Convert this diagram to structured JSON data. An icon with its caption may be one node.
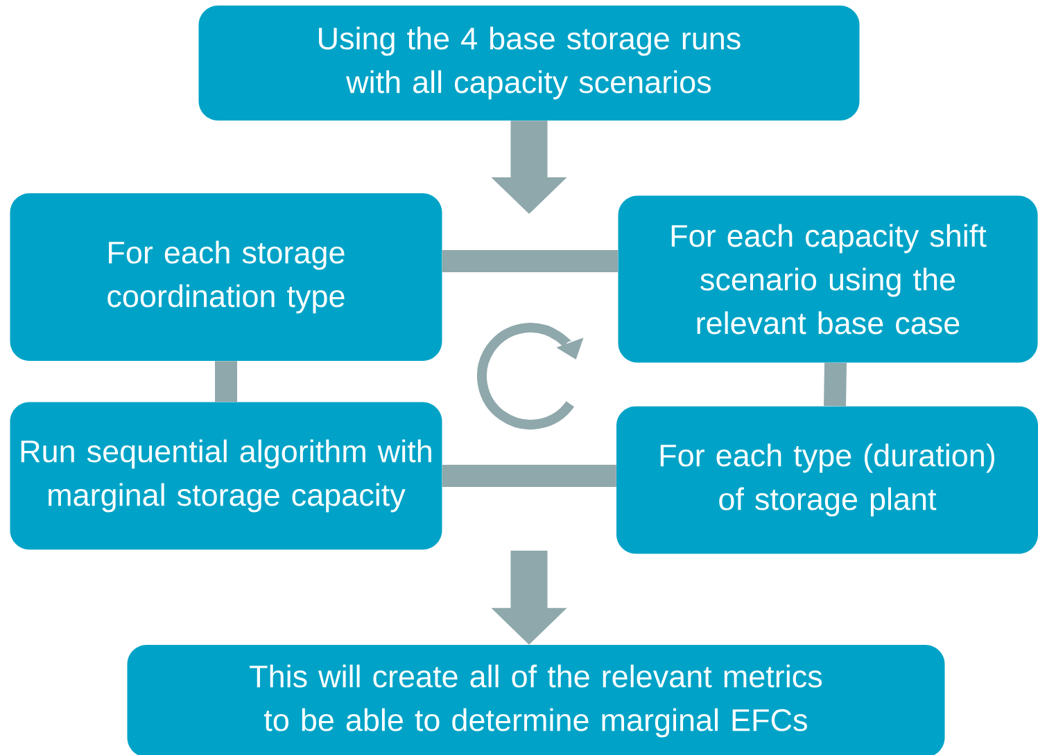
{
  "diagram": {
    "nodes": [
      {
        "text": [
          "Using the 4 base storage runs with all capacity scenarios"
        ]
      },
      {
        "text": [
          "For each storage coordination type"
        ]
      },
      {
        "text": [
          "For each capacity shift scenario using the relevant base case"
        ]
      },
      {
        "text": [
          "Run sequential algorithm with marginal storage capacity"
        ]
      },
      {
        "text": [
          "For each type (duration) of storage plant"
        ]
      },
      {
        "text": [
          "This will create all of the relevant metrics to be able to determine marginal EFCs"
        ]
      }
    ],
    "edges": [
      {
        "from": 0,
        "to": null,
        "arrow": "to"
      },
      {
        "from": 1,
        "to": 2,
        "arrow": "none"
      },
      {
        "from": 1,
        "to": 3,
        "arrow": "none"
      },
      {
        "from": 2,
        "to": 4,
        "arrow": "none"
      },
      {
        "from": 3,
        "to": 4,
        "arrow": "none"
      },
      {
        "from": null,
        "to": 5,
        "arrow": "to"
      }
    ]
  }
}
